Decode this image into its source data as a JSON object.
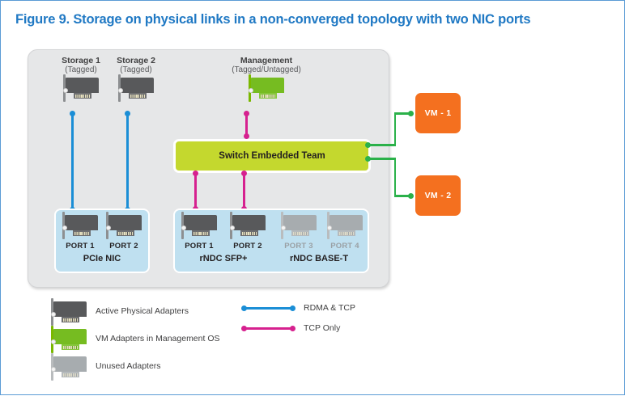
{
  "figure": {
    "title": "Figure 9. Storage on physical links in a non-converged topology with two NIC ports"
  },
  "colors": {
    "title": "#2079c4",
    "page_border": "#5b9bd5",
    "host_bg": "#e6e7e8",
    "set_green": "#c4d82e",
    "nic_box_blue": "#bfe0f0",
    "vm_orange": "#f4701f",
    "link_blue": "#1b8ed6",
    "link_pink": "#d6218f",
    "link_green": "#2bb14a",
    "adapter_dark": "#58595b",
    "adapter_green": "#76bc21",
    "adapter_grey": "#a7acaf"
  },
  "top_adapters": [
    {
      "title": "Storage 1",
      "subtitle": "(Tagged)",
      "icon": "nic-adapter-icon",
      "style": "dark"
    },
    {
      "title": "Storage 2",
      "subtitle": "(Tagged)",
      "icon": "nic-adapter-icon",
      "style": "dark"
    },
    {
      "title": "Management",
      "subtitle": "(Tagged/Untagged)",
      "icon": "nic-adapter-icon",
      "style": "green"
    }
  ],
  "switch": {
    "label": "Switch Embedded Team"
  },
  "nic_groups": [
    {
      "name": "PCIe NIC",
      "ports": [
        {
          "label": "PORT 1",
          "state": "active"
        },
        {
          "label": "PORT 2",
          "state": "active"
        }
      ]
    },
    {
      "name": "rNDC SFP+",
      "ports": [
        {
          "label": "PORT 1",
          "state": "active"
        },
        {
          "label": "PORT 2",
          "state": "active"
        }
      ]
    },
    {
      "name": "rNDC BASE-T",
      "ports": [
        {
          "label": "PORT 3",
          "state": "unused"
        },
        {
          "label": "PORT 4",
          "state": "unused"
        }
      ]
    }
  ],
  "vms": [
    {
      "label": "VM - 1"
    },
    {
      "label": "VM - 2"
    }
  ],
  "legend": {
    "adapters": [
      {
        "label": "Active Physical Adapters",
        "style": "dark",
        "icon": "nic-adapter-icon"
      },
      {
        "label": "VM Adapters in Management OS",
        "style": "green",
        "icon": "nic-adapter-icon"
      },
      {
        "label": "Unused Adapters",
        "style": "grey",
        "icon": "nic-adapter-icon"
      }
    ],
    "links": [
      {
        "label": "RDMA & TCP",
        "style": "blue"
      },
      {
        "label": "TCP Only",
        "style": "pink"
      }
    ]
  }
}
